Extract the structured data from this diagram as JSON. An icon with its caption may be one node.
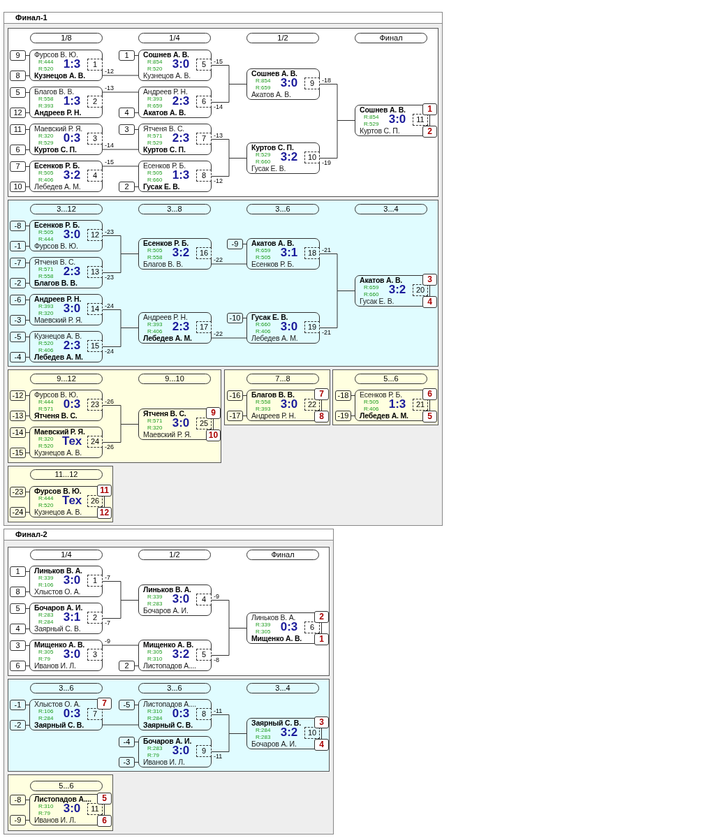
{
  "diagram": {
    "nodes": [
      {
        "text": [
          "Финал-1"
        ]
      },
      {
        "text": [],
        "shape": "box",
        "in": 0
      },
      {
        "text": [
          "1/8"
        ],
        "in": 1
      },
      {
        "text": [
          "1/4"
        ],
        "in": 1
      },
      {
        "text": [
          "1/2"
        ],
        "in": 1
      },
      {
        "text": [
          "Финал"
        ],
        "in": 1
      },
      {
        "text": [
          "9"
        ],
        "in": 1
      },
      {
        "text": [
          "8"
        ],
        "in": 1
      },
      {
        "text": [
          "Фурсов В. Ю.",
          "R:444",
          "1:3",
          "R:520",
          "Кузнецов А. В."
        ],
        "in": 1
      },
      {
        "text": [
          "1"
        ],
        "in": 8
      },
      {
        "text": [
          "5"
        ],
        "in": 1
      },
      {
        "text": [
          "12"
        ],
        "in": 1
      },
      {
        "text": [
          "Благов В. В.",
          "R:558",
          "1:3",
          "R:393",
          "Андреев Р. Н."
        ],
        "in": 1
      },
      {
        "text": [
          "2"
        ],
        "in": 12
      },
      {
        "text": [
          "11"
        ],
        "in": 1
      },
      {
        "text": [
          "6"
        ],
        "in": 1
      },
      {
        "text": [
          "Маевский Р. Я.",
          "R:320",
          "0:3",
          "R:529",
          "Куртов С. П."
        ],
        "in": 1
      },
      {
        "text": [
          "3"
        ],
        "in": 16
      },
      {
        "text": [
          "7"
        ],
        "in": 1
      },
      {
        "text": [
          "10"
        ],
        "in": 1
      },
      {
        "text": [
          "Есенков Р. Б.",
          "R:505",
          "3:2",
          "R:406",
          "Лебедев А. М."
        ],
        "in": 1
      },
      {
        "text": [
          "4"
        ],
        "in": 20
      },
      {
        "text": [
          "1"
        ],
        "in": 1
      },
      {
        "text": [
          "Сошнев А. В.",
          "R:854",
          "3:0",
          "R:520",
          "Кузнецов А. В."
        ],
        "in": 1
      },
      {
        "text": [
          "5"
        ],
        "in": 23
      },
      {
        "text": [
          "4"
        ],
        "in": 1
      },
      {
        "text": [
          "Андреев Р. Н.",
          "R:393",
          "2:3",
          "R:659",
          "Акатов А. В."
        ],
        "in": 1
      },
      {
        "text": [
          "6"
        ],
        "in": 26
      },
      {
        "text": [
          "3"
        ],
        "in": 1
      },
      {
        "text": [
          "Ятченя В. С.",
          "R:571",
          "2:3",
          "R:529",
          "Куртов С. П."
        ],
        "in": 1
      },
      {
        "text": [
          "7"
        ],
        "in": 29
      },
      {
        "text": [
          "2"
        ],
        "in": 1
      },
      {
        "text": [
          "Есенков Р. Б.",
          "R:505",
          "1:3",
          "R:660",
          "Гусак Е. В."
        ],
        "in": 1
      },
      {
        "text": [
          "8"
        ],
        "in": 32
      },
      {
        "text": [
          "Сошнев А. В.",
          "R:854",
          "3:0",
          "R:659",
          "Акатов А. В."
        ],
        "in": 1
      },
      {
        "text": [
          "9"
        ],
        "in": 34
      },
      {
        "text": [
          "Куртов С. П.",
          "R:529",
          "3:2",
          "R:660",
          "Гусак Е. В."
        ],
        "in": 1
      },
      {
        "text": [
          "10"
        ],
        "in": 36
      },
      {
        "text": [
          "Сошнев А. В.",
          "R:854",
          "3:0",
          "R:529",
          "Куртов С. П."
        ],
        "in": 1
      },
      {
        "text": [
          "11"
        ],
        "in": 38
      },
      {
        "text": [
          "1"
        ],
        "in": 1
      },
      {
        "text": [
          "2"
        ],
        "in": 1
      },
      {
        "text": [],
        "shape": "box",
        "in": 0
      },
      {
        "text": [
          "3...12"
        ],
        "in": 42
      },
      {
        "text": [
          "3...8"
        ],
        "in": 42
      },
      {
        "text": [
          "3...6"
        ],
        "in": 42
      },
      {
        "text": [
          "3...4"
        ],
        "in": 42
      },
      {
        "text": [
          "-8"
        ],
        "in": 42
      },
      {
        "text": [
          "-1"
        ],
        "in": 42
      },
      {
        "text": [
          "Есенков Р. Б.",
          "R:505",
          "3:0",
          "R:444",
          "Фурсов В. Ю."
        ],
        "in": 42
      },
      {
        "text": [
          "12"
        ],
        "in": 49
      },
      {
        "text": [
          "-7"
        ],
        "in": 42
      },
      {
        "text": [
          "-2"
        ],
        "in": 42
      },
      {
        "text": [
          "Ятченя В. С.",
          "R:571",
          "2:3",
          "R:558",
          "Благов В. В."
        ],
        "in": 42
      },
      {
        "text": [
          "13"
        ],
        "in": 53
      },
      {
        "text": [
          "-6"
        ],
        "in": 42
      },
      {
        "text": [
          "-3"
        ],
        "in": 42
      },
      {
        "text": [
          "Андреев Р. Н.",
          "R:393",
          "3:0",
          "R:320",
          "Маевский Р. Я."
        ],
        "in": 42
      },
      {
        "text": [
          "14"
        ],
        "in": 57
      },
      {
        "text": [
          "-5"
        ],
        "in": 42
      },
      {
        "text": [
          "-4"
        ],
        "in": 42
      },
      {
        "text": [
          "Кузнецов А. В.",
          "R:520",
          "2:3",
          "R:406",
          "Лебедев А. М."
        ],
        "in": 42
      },
      {
        "text": [
          "15"
        ],
        "in": 61
      },
      {
        "text": [
          "Есенков Р. Б.",
          "R:505",
          "3:2",
          "R:558",
          "Благов В. В."
        ],
        "in": 42
      },
      {
        "text": [
          "16"
        ],
        "in": 63
      },
      {
        "text": [
          "Андреев Р. Н.",
          "R:393",
          "2:3",
          "R:406",
          "Лебедев А. М."
        ],
        "in": 42
      },
      {
        "text": [
          "17"
        ],
        "in": 65
      },
      {
        "text": [
          "-9"
        ],
        "in": 42
      },
      {
        "text": [
          "Акатов А. В.",
          "R:659",
          "3:1",
          "R:505",
          "Есенков Р. Б."
        ],
        "in": 42
      },
      {
        "text": [
          "18"
        ],
        "in": 68
      },
      {
        "text": [
          "-10"
        ],
        "in": 42
      },
      {
        "text": [
          "Гусак Е. В.",
          "R:660",
          "3:0",
          "R:406",
          "Лебедев А. М."
        ],
        "in": 42
      },
      {
        "text": [
          "19"
        ],
        "in": 71
      },
      {
        "text": [
          "Акатов А. В.",
          "R:659",
          "3:2",
          "R:660",
          "Гусак Е. В."
        ],
        "in": 42
      },
      {
        "text": [
          "20"
        ],
        "in": 73
      },
      {
        "text": [
          "3"
        ],
        "in": 42
      },
      {
        "text": [
          "4"
        ],
        "in": 42
      },
      {
        "text": [],
        "shape": "box",
        "in": 0
      },
      {
        "text": [
          "9...12"
        ],
        "in": 77
      },
      {
        "text": [
          "9...10"
        ],
        "in": 77
      },
      {
        "text": [
          "-12"
        ],
        "in": 77
      },
      {
        "text": [
          "-13"
        ],
        "in": 77
      },
      {
        "text": [
          "Фурсов В. Ю.",
          "R:444",
          "0:3",
          "R:571",
          "Ятченя В. С."
        ],
        "in": 77
      },
      {
        "text": [
          "23"
        ],
        "in": 82
      },
      {
        "text": [
          "-14"
        ],
        "in": 77
      },
      {
        "text": [
          "-15"
        ],
        "in": 77
      },
      {
        "text": [
          "Маевский Р. Я.",
          "R:320",
          "Тех",
          "R:520",
          "Кузнецов А. В."
        ],
        "in": 77
      },
      {
        "text": [
          "24"
        ],
        "in": 86
      },
      {
        "text": [
          "Ятченя В. С.",
          "R:571",
          "3:0",
          "R:320",
          "Маевский Р. Я."
        ],
        "in": 77
      },
      {
        "text": [
          "25"
        ],
        "in": 88
      },
      {
        "text": [
          "9"
        ],
        "in": 77
      },
      {
        "text": [
          "10"
        ],
        "in": 77
      },
      {
        "text": [],
        "shape": "box",
        "in": 0
      },
      {
        "text": [
          "7...8"
        ],
        "in": 92
      },
      {
        "text": [
          "-16"
        ],
        "in": 92
      },
      {
        "text": [
          "-17"
        ],
        "in": 92
      },
      {
        "text": [
          "Благов В. В.",
          "R:558",
          "3:0",
          "R:393",
          "Андреев Р. Н."
        ],
        "in": 92
      },
      {
        "text": [
          "22"
        ],
        "in": 96
      },
      {
        "text": [
          "7"
        ],
        "in": 92
      },
      {
        "text": [
          "8"
        ],
        "in": 92
      },
      {
        "text": [],
        "shape": "box",
        "in": 0
      },
      {
        "text": [
          "5...6"
        ],
        "in": 100
      },
      {
        "text": [
          "-18"
        ],
        "in": 100
      },
      {
        "text": [
          "-19"
        ],
        "in": 100
      },
      {
        "text": [
          "Есенков Р. Б.",
          "R:505",
          "1:3",
          "R:406",
          "Лебедев А. М."
        ],
        "in": 100
      },
      {
        "text": [
          "21"
        ],
        "in": 104
      },
      {
        "text": [
          "6"
        ],
        "in": 100
      },
      {
        "text": [
          "5"
        ],
        "in": 100
      },
      {
        "text": [],
        "shape": "box",
        "in": 0
      },
      {
        "text": [
          "11...12"
        ],
        "in": 108
      },
      {
        "text": [
          "-23"
        ],
        "in": 108
      },
      {
        "text": [
          "-24"
        ],
        "in": 108
      },
      {
        "text": [
          "Фурсов В. Ю.",
          "R:444",
          "Тех",
          "R:520",
          "Кузнецов А. В."
        ],
        "in": 108
      },
      {
        "text": [
          "26"
        ],
        "in": 112
      },
      {
        "text": [
          "11"
        ],
        "in": 108
      },
      {
        "text": [
          "12"
        ],
        "in": 108
      },
      {
        "text": [
          "Финал-2"
        ]
      },
      {
        "text": [],
        "shape": "box",
        "in": 116
      },
      {
        "text": [
          "1/4"
        ],
        "in": 117
      },
      {
        "text": [
          "1/2"
        ],
        "in": 117
      },
      {
        "text": [
          "Финал"
        ],
        "in": 117
      },
      {
        "text": [
          "1"
        ],
        "in": 117
      },
      {
        "text": [
          "8"
        ],
        "in": 117
      },
      {
        "text": [
          "Линьков В. А.",
          "R:339",
          "3:0",
          "R:106",
          "Хлыстов О. А."
        ],
        "in": 117
      },
      {
        "text": [
          "1"
        ],
        "in": 123
      },
      {
        "text": [
          "5"
        ],
        "in": 117
      },
      {
        "text": [
          "4"
        ],
        "in": 117
      },
      {
        "text": [
          "Бочаров А. И.",
          "R:283",
          "3:1",
          "R:284",
          "Заярный С. В."
        ],
        "in": 117
      },
      {
        "text": [
          "2"
        ],
        "in": 127
      },
      {
        "text": [
          "3"
        ],
        "in": 117
      },
      {
        "text": [
          "6"
        ],
        "in": 117
      },
      {
        "text": [
          "Мищенко А. В.",
          "R:305",
          "3:0",
          "R:79",
          "Иванов И. Л."
        ],
        "in": 117
      },
      {
        "text": [
          "3"
        ],
        "in": 131
      },
      {
        "text": [
          "Линьков В. А.",
          "R:339",
          "3:0",
          "R:283",
          "Бочаров А. И."
        ],
        "in": 117
      },
      {
        "text": [
          "4"
        ],
        "in": 133
      },
      {
        "text": [
          "2"
        ],
        "in": 117
      },
      {
        "text": [
          "Мищенко А. В.",
          "R:305",
          "3:2",
          "R:310",
          "Листопадов А...."
        ],
        "in": 117
      },
      {
        "text": [
          "5"
        ],
        "in": 136
      },
      {
        "text": [
          "Линьков В. А.",
          "R:339",
          "0:3",
          "R:305",
          "Мищенко А. В."
        ],
        "in": 117
      },
      {
        "text": [
          "6"
        ],
        "in": 138
      },
      {
        "text": [
          "2"
        ],
        "in": 117
      },
      {
        "text": [
          "1"
        ],
        "in": 117
      },
      {
        "text": [],
        "shape": "box",
        "in": 116
      },
      {
        "text": [
          "3...6"
        ],
        "in": 142
      },
      {
        "text": [
          "3...6"
        ],
        "in": 142
      },
      {
        "text": [
          "3...4"
        ],
        "in": 142
      },
      {
        "text": [
          "-1"
        ],
        "in": 142
      },
      {
        "text": [
          "-2"
        ],
        "in": 142
      },
      {
        "text": [
          "Хлыстов О. А.",
          "R:106",
          "0:3",
          "R:284",
          "Заярный С. В."
        ],
        "in": 142
      },
      {
        "text": [
          "7"
        ],
        "in": 148
      },
      {
        "text": [
          "7"
        ],
        "in": 142
      },
      {
        "text": [
          "-5"
        ],
        "in": 142
      },
      {
        "text": [
          "Листопадов А....",
          "R:310",
          "0:3",
          "R:284",
          "Заярный С. В."
        ],
        "in": 142
      },
      {
        "text": [
          "8"
        ],
        "in": 152
      },
      {
        "text": [
          "-4"
        ],
        "in": 142
      },
      {
        "text": [
          "-3"
        ],
        "in": 142
      },
      {
        "text": [
          "Бочаров А. И.",
          "R:283",
          "3:0",
          "R:79",
          "Иванов И. Л."
        ],
        "in": 142
      },
      {
        "text": [
          "9"
        ],
        "in": 156
      },
      {
        "text": [
          "Заярный С. В.",
          "R:284",
          "3:2",
          "R:283",
          "Бочаров А. И."
        ],
        "in": 142
      },
      {
        "text": [
          "10"
        ],
        "in": 158
      },
      {
        "text": [
          "3"
        ],
        "in": 142
      },
      {
        "text": [
          "4"
        ],
        "in": 142
      },
      {
        "text": [],
        "shape": "box",
        "in": 116
      },
      {
        "text": [
          "5...6"
        ],
        "in": 162
      },
      {
        "text": [
          "-8"
        ],
        "in": 162
      },
      {
        "text": [
          "-9"
        ],
        "in": 162
      },
      {
        "text": [
          "Листопадов А....",
          "R:310",
          "3:0",
          "R:79",
          "Иванов И. Л."
        ],
        "in": 162
      },
      {
        "text": [
          "11"
        ],
        "in": 166
      },
      {
        "text": [
          "5"
        ],
        "in": 162
      },
      {
        "text": [
          "6"
        ],
        "in": 162
      }
    ],
    "edges": [
      {
        "from": 6,
        "to": 8,
        "arrow": "none"
      },
      {
        "from": 7,
        "to": 8,
        "arrow": "none"
      },
      {
        "from": 10,
        "to": 12,
        "arrow": "none"
      },
      {
        "from": 11,
        "to": 12,
        "arrow": "none"
      },
      {
        "from": 14,
        "to": 16,
        "arrow": "none"
      },
      {
        "from": 15,
        "to": 16,
        "arrow": "none"
      },
      {
        "from": 18,
        "to": 20,
        "arrow": "none"
      },
      {
        "from": 19,
        "to": 20,
        "arrow": "none"
      },
      {
        "from": 22,
        "to": 23,
        "arrow": "none"
      },
      {
        "from": 25,
        "to": 26,
        "arrow": "none"
      },
      {
        "from": 28,
        "to": 29,
        "arrow": "none"
      },
      {
        "from": 31,
        "to": 32,
        "arrow": "none"
      },
      {
        "from": 8,
        "to": 23,
        "label": "-12",
        "arrow": "none"
      },
      {
        "from": 12,
        "to": 26,
        "label": "-13",
        "arrow": "none"
      },
      {
        "from": 16,
        "to": 29,
        "label": "-14",
        "arrow": "none"
      },
      {
        "from": 20,
        "to": 32,
        "label": "-15",
        "arrow": "none"
      },
      {
        "from": 23,
        "to": 34,
        "label": "-15",
        "arrow": "none"
      },
      {
        "from": 26,
        "to": 34,
        "label": "-14",
        "arrow": "none"
      },
      {
        "from": 29,
        "to": 36,
        "label": "-13",
        "arrow": "none"
      },
      {
        "from": 32,
        "to": 36,
        "label": "-12",
        "arrow": "none"
      },
      {
        "from": 34,
        "to": 38,
        "label": "-18",
        "arrow": "none"
      },
      {
        "from": 36,
        "to": 38,
        "label": "-19",
        "arrow": "none"
      },
      {
        "from": 40,
        "to": 41,
        "arrow": "none"
      },
      {
        "from": 47,
        "to": 49,
        "arrow": "none"
      },
      {
        "from": 48,
        "to": 49,
        "arrow": "none"
      },
      {
        "from": 51,
        "to": 53,
        "arrow": "none"
      },
      {
        "from": 52,
        "to": 53,
        "arrow": "none"
      },
      {
        "from": 55,
        "to": 57,
        "arrow": "none"
      },
      {
        "from": 56,
        "to": 57,
        "arrow": "none"
      },
      {
        "from": 59,
        "to": 61,
        "arrow": "none"
      },
      {
        "from": 60,
        "to": 61,
        "arrow": "none"
      },
      {
        "from": 67,
        "to": 68,
        "arrow": "none"
      },
      {
        "from": 70,
        "to": 71,
        "arrow": "none"
      },
      {
        "from": 49,
        "to": 63,
        "label": "-23",
        "arrow": "none"
      },
      {
        "from": 53,
        "to": 63,
        "label": "-23",
        "arrow": "none"
      },
      {
        "from": 57,
        "to": 65,
        "label": "-24",
        "arrow": "none"
      },
      {
        "from": 61,
        "to": 65,
        "label": "-24",
        "arrow": "none"
      },
      {
        "from": 63,
        "to": 68,
        "label": "-22",
        "arrow": "none"
      },
      {
        "from": 65,
        "to": 71,
        "label": "-22",
        "arrow": "none"
      },
      {
        "from": 68,
        "to": 73,
        "label": "-21",
        "arrow": "none"
      },
      {
        "from": 71,
        "to": 73,
        "label": "-21",
        "arrow": "none"
      },
      {
        "from": 75,
        "to": 76,
        "arrow": "none"
      },
      {
        "from": 80,
        "to": 82,
        "arrow": "none"
      },
      {
        "from": 81,
        "to": 82,
        "arrow": "none"
      },
      {
        "from": 84,
        "to": 86,
        "arrow": "none"
      },
      {
        "from": 85,
        "to": 86,
        "arrow": "none"
      },
      {
        "from": 82,
        "to": 88,
        "label": "-26",
        "arrow": "none"
      },
      {
        "from": 86,
        "to": 88,
        "label": "-26",
        "arrow": "none"
      },
      {
        "from": 90,
        "to": 91,
        "arrow": "none"
      },
      {
        "from": 94,
        "to": 96,
        "arrow": "none"
      },
      {
        "from": 95,
        "to": 96,
        "arrow": "none"
      },
      {
        "from": 98,
        "to": 99,
        "arrow": "none"
      },
      {
        "from": 102,
        "to": 104,
        "arrow": "none"
      },
      {
        "from": 103,
        "to": 104,
        "arrow": "none"
      },
      {
        "from": 106,
        "to": 107,
        "arrow": "none"
      },
      {
        "from": 110,
        "to": 112,
        "arrow": "none"
      },
      {
        "from": 111,
        "to": 112,
        "arrow": "none"
      },
      {
        "from": 114,
        "to": 115,
        "arrow": "none"
      },
      {
        "from": 121,
        "to": 123,
        "arrow": "none"
      },
      {
        "from": 122,
        "to": 123,
        "arrow": "none"
      },
      {
        "from": 125,
        "to": 127,
        "arrow": "none"
      },
      {
        "from": 126,
        "to": 127,
        "arrow": "none"
      },
      {
        "from": 129,
        "to": 131,
        "arrow": "none"
      },
      {
        "from": 130,
        "to": 131,
        "arrow": "none"
      },
      {
        "from": 135,
        "to": 136,
        "arrow": "none"
      },
      {
        "from": 123,
        "to": 133,
        "label": "-7",
        "arrow": "none"
      },
      {
        "from": 127,
        "to": 133,
        "label": "-7",
        "arrow": "none"
      },
      {
        "from": 131,
        "to": 136,
        "label": "-9",
        "arrow": "none"
      },
      {
        "from": 133,
        "to": 138,
        "label": "-9",
        "arrow": "none"
      },
      {
        "from": 136,
        "to": 138,
        "label": "-8",
        "arrow": "none"
      },
      {
        "from": 140,
        "to": 141,
        "arrow": "none"
      },
      {
        "from": 146,
        "to": 148,
        "arrow": "none"
      },
      {
        "from": 147,
        "to": 148,
        "arrow": "none"
      },
      {
        "from": 151,
        "to": 152,
        "arrow": "none"
      },
      {
        "from": 154,
        "to": 156,
        "arrow": "none"
      },
      {
        "from": 155,
        "to": 156,
        "arrow": "none"
      },
      {
        "from": 148,
        "to": 152,
        "arrow": "none"
      },
      {
        "from": 152,
        "to": 158,
        "label": "-11",
        "arrow": "none"
      },
      {
        "from": 156,
        "to": 158,
        "label": "-11",
        "arrow": "none"
      },
      {
        "from": 160,
        "to": 161,
        "arrow": "none"
      },
      {
        "from": 164,
        "to": 166,
        "arrow": "none"
      },
      {
        "from": 165,
        "to": 166,
        "arrow": "none"
      },
      {
        "from": 168,
        "to": 169,
        "arrow": "none"
      }
    ]
  }
}
